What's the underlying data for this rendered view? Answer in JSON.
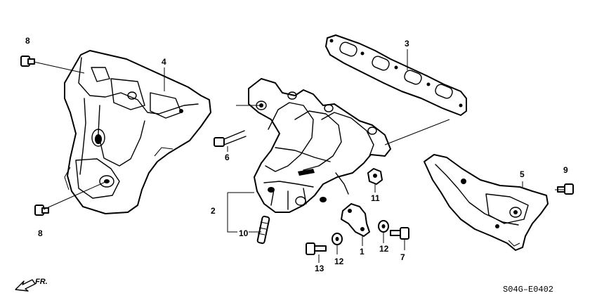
{
  "diagram_code": "S04G–E0402",
  "direction_label": "FR.",
  "callouts": [
    "8",
    "4",
    "3",
    "6",
    "5",
    "9",
    "11",
    "2",
    "10",
    "8",
    "12",
    "1",
    "12",
    "7",
    "13"
  ],
  "parts": [
    "heat-shield-upper",
    "exhaust-gasket",
    "exhaust-manifold",
    "heat-shield-lower",
    "bracket"
  ],
  "icons": {
    "direction": "front-arrow-icon"
  }
}
